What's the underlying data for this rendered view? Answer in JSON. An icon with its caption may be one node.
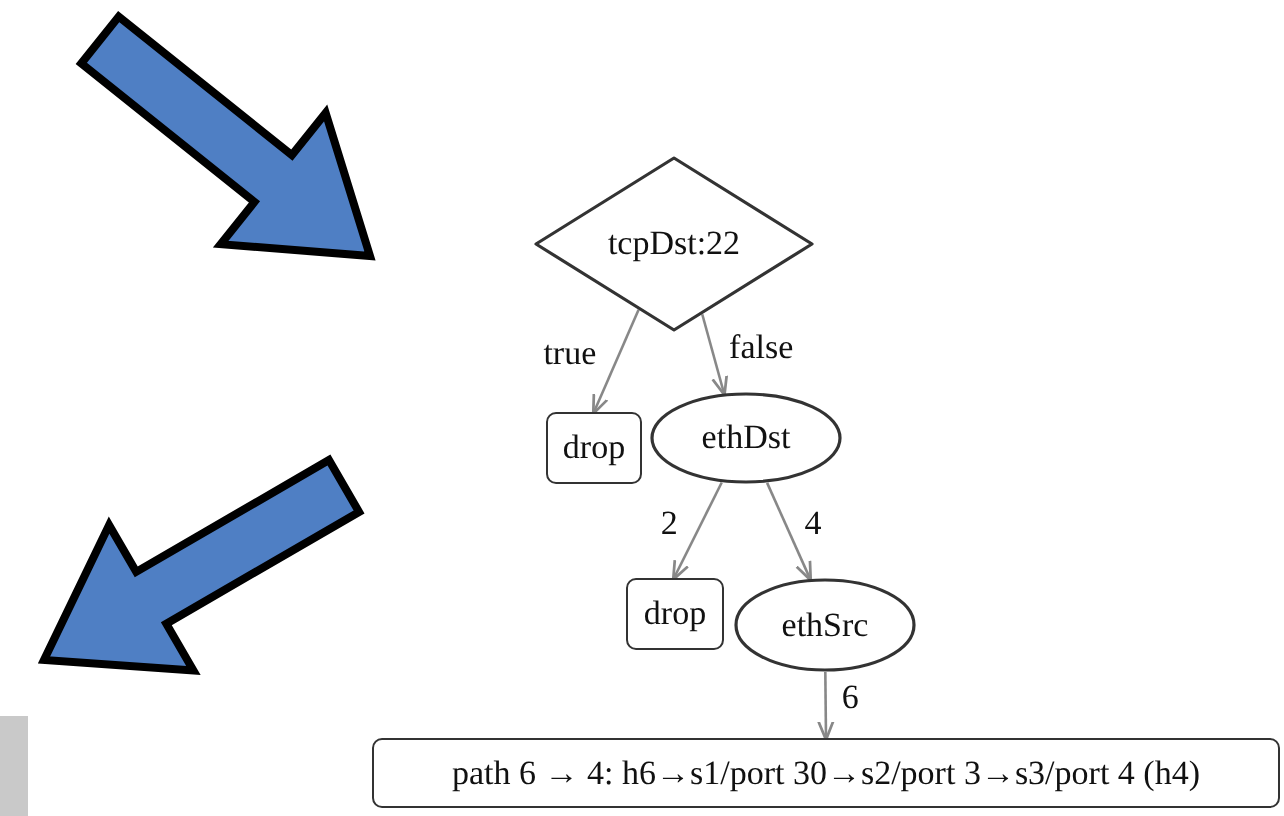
{
  "diagram": {
    "nodes": [
      {
        "text": [
          "tcpDst:22"
        ]
      },
      {
        "text": [
          "drop"
        ]
      },
      {
        "text": [
          "ethDst"
        ]
      },
      {
        "text": [
          "drop"
        ]
      },
      {
        "text": [
          "ethSrc"
        ]
      },
      {
        "text": [
          "path 6 → 4: h6→s1/port 30→s2/port 3→s3/port 4 (h4)"
        ]
      }
    ],
    "edges": [
      {
        "from": 0,
        "to": 1,
        "arrow": "to",
        "label": "true"
      },
      {
        "from": 0,
        "to": 2,
        "arrow": "to",
        "label": "false"
      },
      {
        "from": 2,
        "to": 3,
        "arrow": "to",
        "label": "2"
      },
      {
        "from": 2,
        "to": 4,
        "arrow": "to",
        "label": "4"
      },
      {
        "from": 4,
        "to": 5,
        "arrow": "to",
        "label": "6"
      }
    ]
  }
}
